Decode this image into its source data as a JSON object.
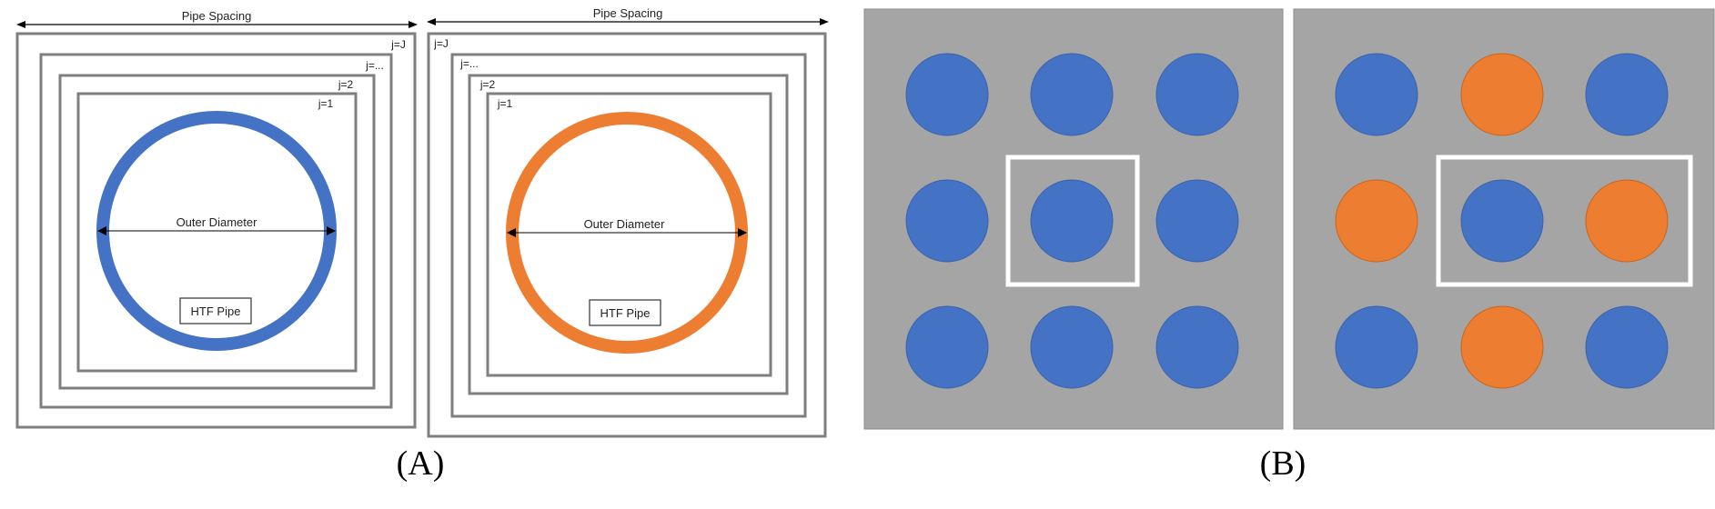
{
  "panel_a": {
    "caption": "(A)",
    "left_cell": {
      "spacing_label": "Pipe Spacing",
      "ring_labels": [
        "j=J",
        "j=...",
        "j=2",
        "j=1"
      ],
      "diameter_label": "Outer Diameter",
      "pipe_label": "HTF Pipe",
      "pipe_color": "#4472c4"
    },
    "right_cell": {
      "spacing_label": "Pipe Spacing",
      "ring_labels": [
        "j=J",
        "j=...",
        "j=2",
        "j=1"
      ],
      "diameter_label": "Outer Diameter",
      "pipe_label": "HTF Pipe",
      "pipe_color": "#ed7d31"
    }
  },
  "panel_b": {
    "caption": "(B)",
    "background_color": "#a5a5a5",
    "left_grid": {
      "pipe_colors": [
        [
          "blue",
          "blue",
          "blue"
        ],
        [
          "blue",
          "blue",
          "blue"
        ],
        [
          "blue",
          "blue",
          "blue"
        ]
      ],
      "highlight": "single center pipe"
    },
    "right_grid": {
      "pipe_colors": [
        [
          "blue",
          "orange",
          "blue"
        ],
        [
          "orange",
          "blue",
          "orange"
        ],
        [
          "blue",
          "orange",
          "blue"
        ]
      ],
      "highlight": "center pipe and right neighbour"
    }
  },
  "colors": {
    "blue": "#4472c4",
    "orange": "#ed7d31",
    "frame": "#7f7f7f",
    "highlight": "#ffffff"
  }
}
